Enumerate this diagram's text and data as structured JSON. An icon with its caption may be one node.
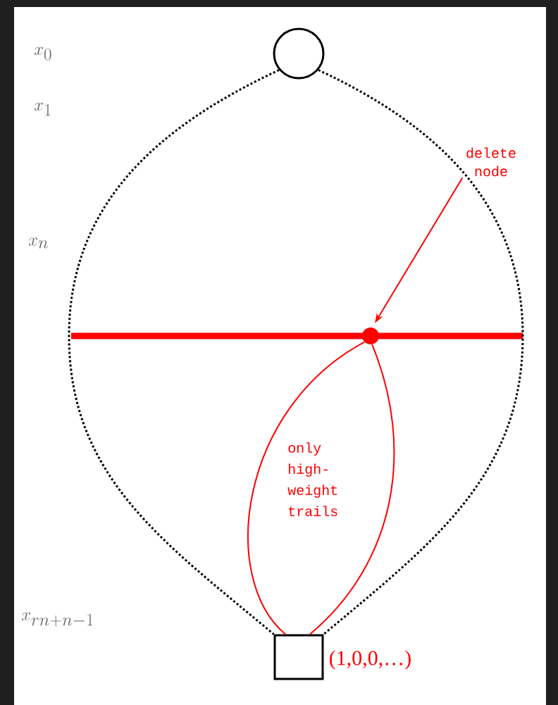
{
  "diagram": {
    "nodes": [
      {
        "text": [],
        "shape": "circle"
      },
      {
        "text": [],
        "shape": "circle"
      },
      {
        "text": [],
        "shape": "box",
        "beside": [
          "(1,0,0,…)"
        ]
      },
      {
        "text": [
          "delete node"
        ]
      }
    ],
    "edges": [
      {
        "from": 0,
        "to": 2,
        "arrow": "none",
        "style": "dashed",
        "color": "#000000"
      },
      {
        "from": 0,
        "to": 2,
        "arrow": "none",
        "style": "dashed",
        "color": "#000000"
      },
      {
        "from": 1,
        "to": 2,
        "arrow": "none",
        "color": "#ff0000"
      },
      {
        "from": 1,
        "to": 2,
        "arrow": "none",
        "color": "#ff0000"
      },
      {
        "from": 3,
        "to": 1,
        "arrow": "to",
        "color": "#ff0000"
      }
    ],
    "labels": [
      "x_{0}",
      "x_{1}",
      "x_{n}",
      "only high-weight trails",
      "x_{rn+n-1}"
    ]
  }
}
